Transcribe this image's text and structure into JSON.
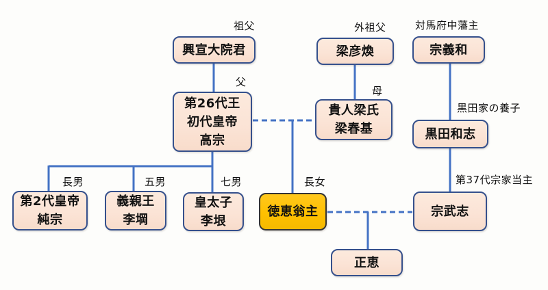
{
  "diagram": {
    "type": "family-tree",
    "nodes": [
      {
        "id": "grandfather",
        "name": "興宣大院君",
        "role": "祖父"
      },
      {
        "id": "maternal-grandfather",
        "name": "梁彦煥",
        "role": "外祖父"
      },
      {
        "id": "tsushima-lord",
        "name": "宗義和",
        "role": "対馬府中藩主"
      },
      {
        "id": "father",
        "name": "第26代王\n初代皇帝\n高宗",
        "role": "父"
      },
      {
        "id": "mother",
        "name": "貴人梁氏\n梁春基",
        "role": "母"
      },
      {
        "id": "kuroda",
        "name": "黒田和志",
        "role": "黒田家の養子"
      },
      {
        "id": "eldest-son",
        "name": "第2代皇帝\n純宗",
        "role": "長男"
      },
      {
        "id": "fifth-son",
        "name": "義親王\n李堈",
        "role": "五男"
      },
      {
        "id": "seventh-son",
        "name": "皇太子\n李垠",
        "role": "七男"
      },
      {
        "id": "deokhye",
        "name": "徳恵翁主",
        "role": "長女",
        "highlight": true
      },
      {
        "id": "muneyoshi",
        "name": "宗武志",
        "role": "第37代宗家当主"
      },
      {
        "id": "masae",
        "name": "正恵",
        "role": ""
      }
    ],
    "edges": [
      {
        "from": "grandfather",
        "to": "father",
        "style": "solid"
      },
      {
        "from": "maternal-grandfather",
        "to": "mother",
        "style": "solid"
      },
      {
        "from": "tsushima-lord",
        "to": "kuroda",
        "style": "solid"
      },
      {
        "from": "kuroda",
        "to": "muneyoshi",
        "style": "solid"
      },
      {
        "from": "father",
        "to": "eldest-son",
        "style": "solid"
      },
      {
        "from": "father",
        "to": "fifth-son",
        "style": "solid"
      },
      {
        "from": "father",
        "to": "seventh-son",
        "style": "solid"
      },
      {
        "from": "father",
        "to": "mother",
        "style": "dashed-marriage"
      },
      {
        "from": "father+mother",
        "to": "deokhye",
        "style": "solid"
      },
      {
        "from": "deokhye",
        "to": "muneyoshi",
        "style": "dashed-marriage"
      },
      {
        "from": "deokhye+muneyoshi",
        "to": "masae",
        "style": "solid"
      }
    ],
    "colors": {
      "box_fill": "#fbe3d5",
      "box_border": "#35508c",
      "highlight_fill": "#ffc000",
      "highlight_border": "#333333",
      "line": "#4472c4",
      "text": "#111111",
      "bg": "#fdfdfb"
    }
  }
}
